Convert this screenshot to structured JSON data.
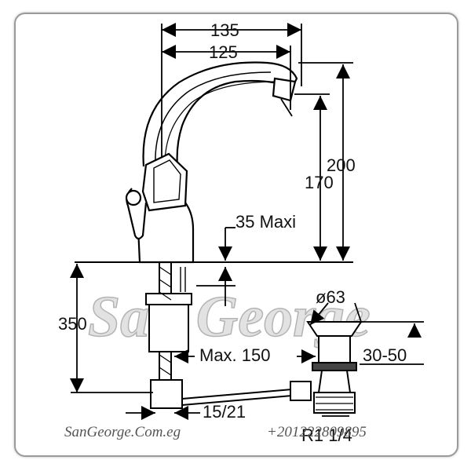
{
  "dimensions": {
    "width_total": "135",
    "width_spout": "125",
    "height_total": "200",
    "height_spout": "170",
    "deck_thickness": "35 Maxi",
    "pipe_length": "350",
    "max_lever": "Max. 150",
    "drain_diameter": "ø63",
    "drain_range": "30-50",
    "connection_size": "15/21",
    "thread": "R1 1/4"
  },
  "watermark": "San George",
  "footer": {
    "website": "SanGeorge.Com.eg",
    "phone": "+201222809895"
  }
}
